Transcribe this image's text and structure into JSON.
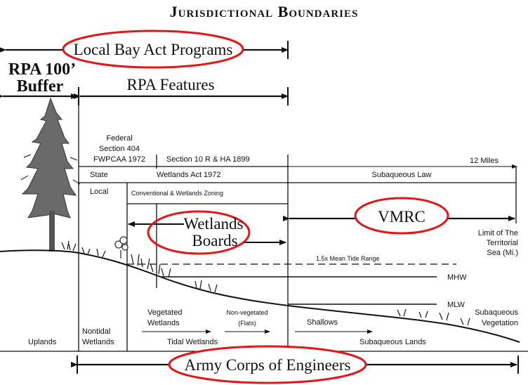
{
  "title": "Jurisdictional Boundaries",
  "top_labels": {
    "local_bay_act": "Local Bay Act Programs",
    "rpa_buffer_line1": "RPA 100’",
    "rpa_buffer_line2": "Buffer",
    "rpa_features": "RPA Features"
  },
  "federal": {
    "line1": "Federal",
    "line2": "Section 404",
    "line3": "FWPCAA 1972",
    "section10": "Section 10 R & HA 1899",
    "twelve_miles": "12 Miles"
  },
  "table": {
    "state": "State",
    "wetlands_act": "Wetlands Act 1972",
    "subaqueous_law": "Subaqueous Law",
    "local": "Local",
    "zoning": "Conventional & Wetlands Zoning"
  },
  "agencies": {
    "vmrc": "VMRC",
    "wetlands_boards_line1": "Wetlands",
    "wetlands_boards_line2": "Boards",
    "army_corps": "Army Corps of Engineers"
  },
  "sea_limit": {
    "line1": "Limit of The",
    "line2": "Territorial",
    "line3": "Sea (Mi.)"
  },
  "tide": {
    "mean_tide": "1.5x Mean Tide Range",
    "mhw": "MHW",
    "mlw": "MLW"
  },
  "zones": {
    "uplands": "Uplands",
    "nontidal_line1": "Nontidal",
    "nontidal_line2": "Wetlands",
    "vegetated_line1": "Vegetated",
    "vegetated_line2": "Wetlands",
    "nonveg_line1": "Non-vegetated",
    "nonveg_line2": "(Flats)",
    "shallows": "Shallows",
    "subaq_veg_line1": "Subaqueous",
    "subaq_veg_line2": "Vegetation",
    "tidal_wetlands": "Tidal Wetlands",
    "subaqueous_lands": "Subaqueous Lands"
  },
  "colors": {
    "highlight_red": "#e01818",
    "ink": "#111111",
    "tree": "#6a6a6a"
  }
}
